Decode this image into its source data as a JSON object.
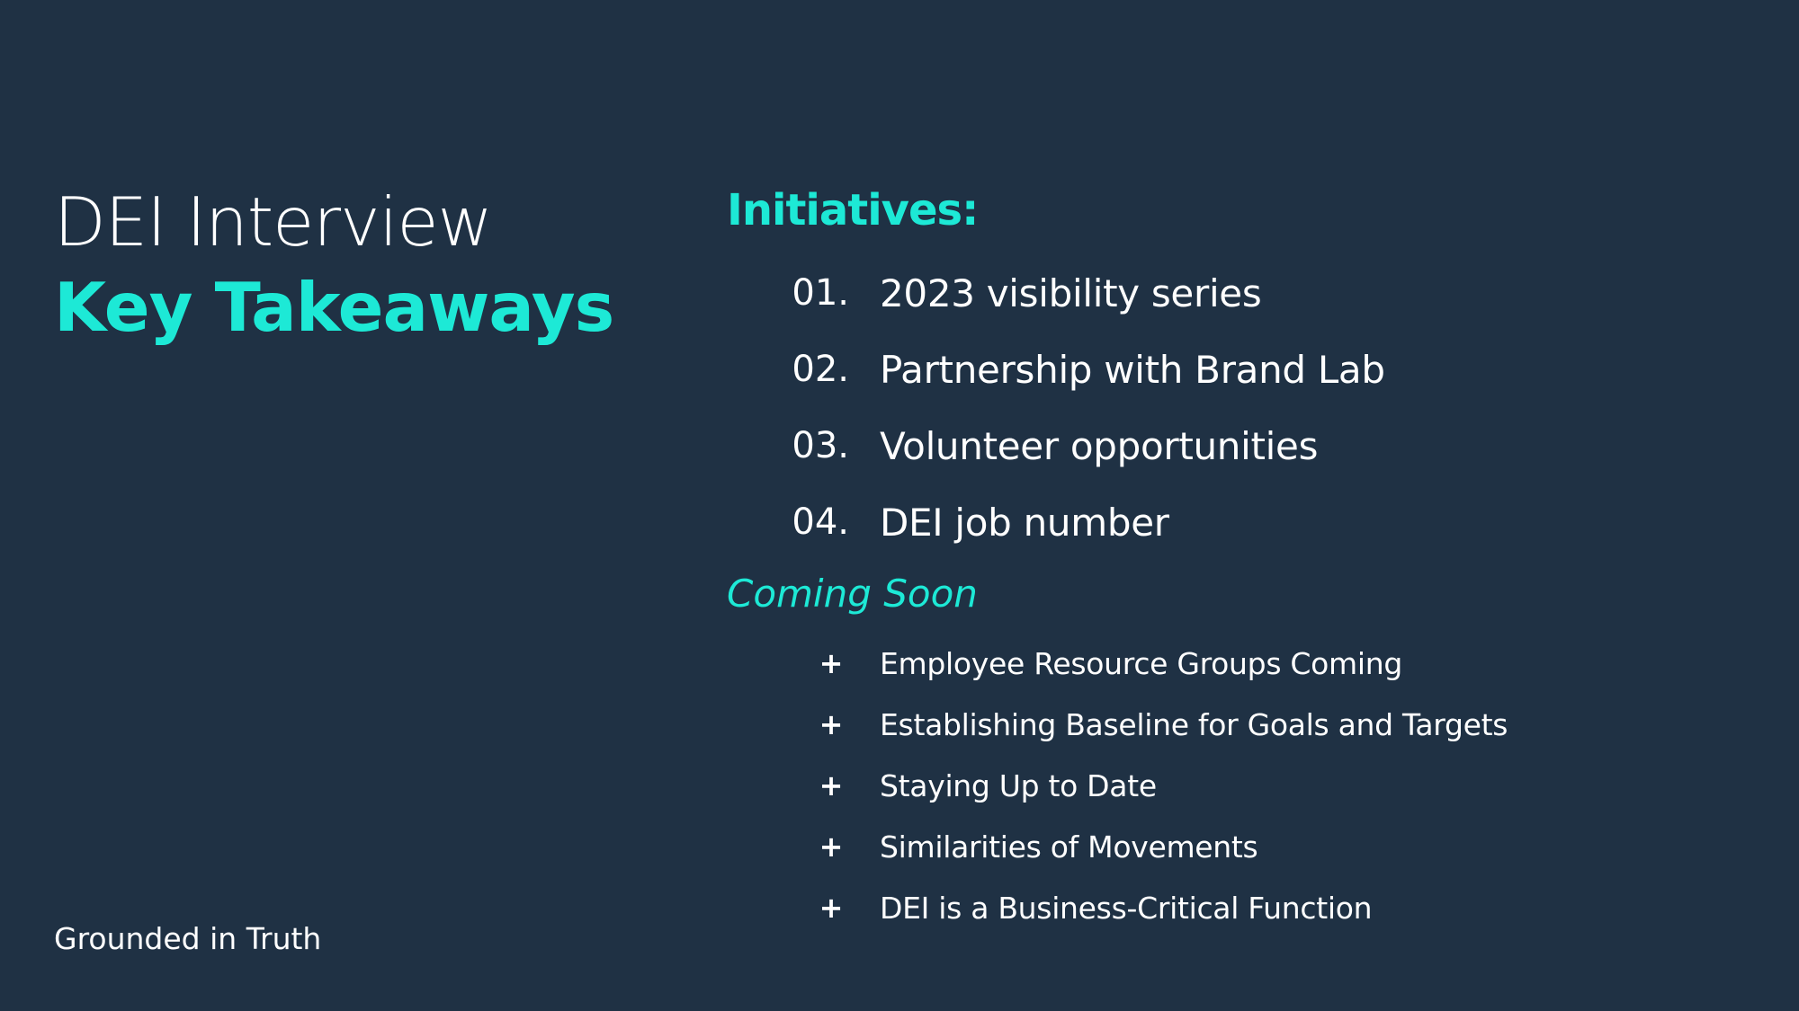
{
  "colors": {
    "background": "#1f3144",
    "accent": "#1de9d6",
    "text": "#ffffff"
  },
  "title": {
    "line1": "DEI Interview",
    "line2": "Key Takeaways"
  },
  "initiatives": {
    "heading": "Initiatives:",
    "items": [
      {
        "number": "01.",
        "label": "2023 visibility series"
      },
      {
        "number": "02.",
        "label": "Partnership with Brand Lab"
      },
      {
        "number": "03.",
        "label": "Volunteer opportunities"
      },
      {
        "number": "04.",
        "label": "DEI job number"
      }
    ]
  },
  "coming_soon": {
    "heading": "Coming Soon",
    "bullet": "+",
    "items": [
      "Employee Resource Groups Coming",
      "Establishing Baseline for Goals and Targets",
      "Staying Up to Date",
      "Similarities of Movements",
      "DEI is a Business-Critical Function"
    ]
  },
  "footer": {
    "text": "Grounded in Truth"
  }
}
